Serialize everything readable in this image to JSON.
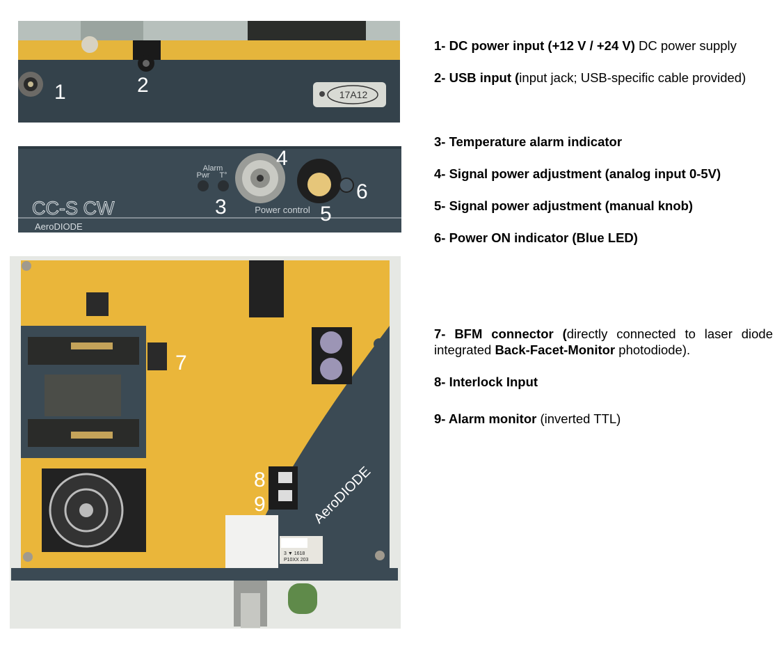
{
  "photos": {
    "rear_panel": {
      "numbers": [
        "1",
        "2"
      ],
      "badge_text": "17A12"
    },
    "front_panel": {
      "model_text": "CC-S CW",
      "brand_text": "AeroDIODE",
      "alarm_label": "Alarm",
      "pwr_label": "Pwr",
      "temp_label": "T°",
      "power_control_label": "Power control",
      "numbers": [
        "3",
        "4",
        "5",
        "6"
      ]
    },
    "top_view": {
      "numbers": [
        "7",
        "8",
        "9"
      ],
      "brand_text": "AeroDIODE",
      "component_text_1": "3 ▼ 1618",
      "component_text_2": "P10XX 203"
    }
  },
  "legend": {
    "item1": {
      "bold": "1- DC power input (+12 V / +24 V)",
      "rest": " DC power supply"
    },
    "item2": {
      "bold": "2- USB input (",
      "rest": "input jack; USB-specific cable provided)"
    },
    "item3": {
      "bold": "3- Temperature alarm indicator"
    },
    "item4": {
      "bold": "4- Signal power adjustment (analog input 0-5V)"
    },
    "item5": {
      "bold": "5- Signal power adjustment (manual knob)"
    },
    "item6": {
      "bold": "6- Power ON indicator (Blue LED)"
    },
    "item7": {
      "bold1": "7- BFM connector (",
      "text1": "directly connected to laser diode integrated ",
      "bold2": "Back-Facet-Monitor",
      "text2": " photodiode)."
    },
    "item8": {
      "bold": "8- Interlock Input"
    },
    "item9": {
      "bold": "9- Alarm monitor",
      "rest": " (inverted TTL)"
    }
  },
  "colors": {
    "housing_dark": "#3a4a55",
    "housing_yellow": "#eab63a",
    "led_blue": "#4a5a66"
  }
}
